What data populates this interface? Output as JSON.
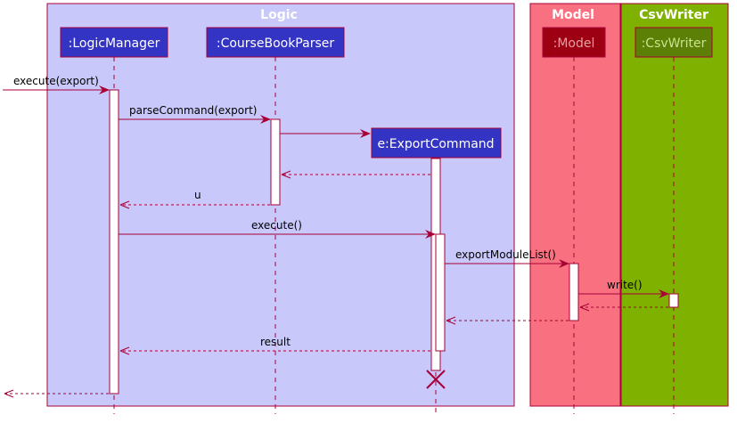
{
  "colors": {
    "arrow": "#a80036",
    "lifeline": "#a80036",
    "logic_bg": "#c8c8fa",
    "logic_border": "#a80036",
    "model_bg": "#f97181",
    "csv_bg": "#7fb100",
    "logic_participant_bg": "#3333c4",
    "model_participant_bg": "#9d0012",
    "csv_participant_bg": "#5c7f06",
    "activation_bg": "#ffffff"
  },
  "groups": [
    {
      "id": "logic",
      "title": "Logic"
    },
    {
      "id": "model",
      "title": "Model"
    },
    {
      "id": "csvwriter",
      "title": "CsvWriter"
    }
  ],
  "participants": [
    {
      "id": "logic-manager",
      "label": ":LogicManager"
    },
    {
      "id": "coursebook-parser",
      "label": ":CourseBookParser"
    },
    {
      "id": "export-command",
      "label": "e:ExportCommand"
    },
    {
      "id": "model",
      "label": ":Model"
    },
    {
      "id": "csv-writer",
      "label": ":CsvWriter"
    }
  ],
  "messages": [
    {
      "label": "execute(export)"
    },
    {
      "label": "parseCommand(export)"
    },
    {
      "label": ""
    },
    {
      "label": ""
    },
    {
      "label": "u"
    },
    {
      "label": "execute()"
    },
    {
      "label": "exportModuleList()"
    },
    {
      "label": "write()"
    },
    {
      "label": ""
    },
    {
      "label": ""
    },
    {
      "label": "result"
    },
    {
      "label": ""
    }
  ]
}
